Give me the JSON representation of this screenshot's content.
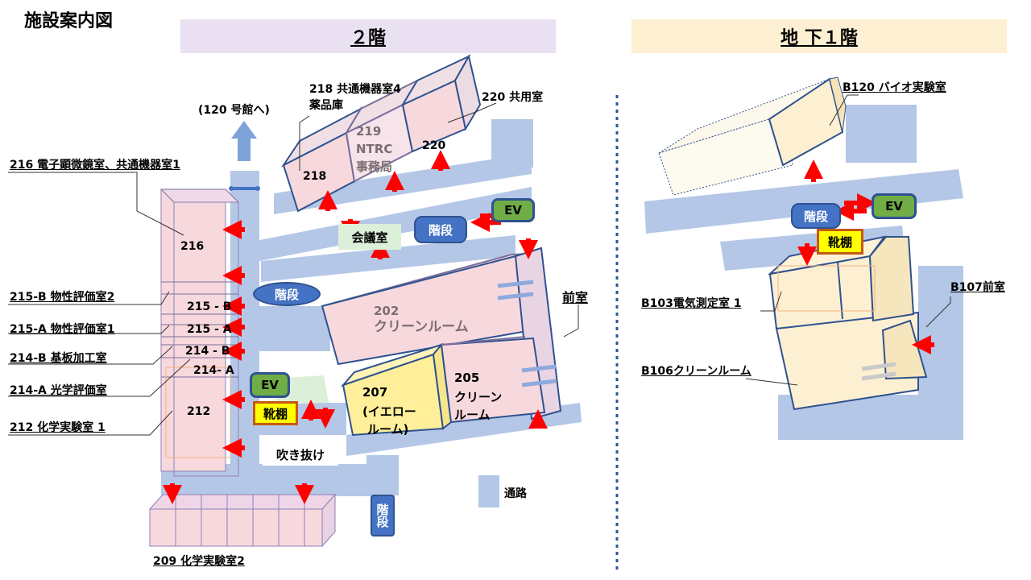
{
  "page": {
    "title": "施設案内図",
    "floor2_label": "２階",
    "floorB1_label": "地 下１階"
  },
  "floor2": {
    "to_120": "(120 号館へ)",
    "labels": {
      "r216": "216 電子顕微鏡室、共通機器室1",
      "r215b": "215-B 物性評価室2",
      "r215a": "215-A 物性評価室1",
      "r214b": "214-B 基板加工室",
      "r214a": "214-A 光学評価室",
      "r212": "212 化学実験室 1",
      "r209": "209 化学実験室2",
      "r218_line1": "218 共通機器室4",
      "r218_line2": "薬品庫",
      "r220": "220 共用室",
      "anteroom": "前室"
    },
    "room_ids": {
      "r216": "216",
      "r215b": "215 - B",
      "r215a": "215 - A",
      "r214b": "214 - B",
      "r214a": "214- A",
      "r212": "212",
      "r218": "218",
      "r220": "220",
      "r219_line1": "219",
      "r219_line2": "NTRC",
      "r219_line3": "事務局",
      "r202_line1": "202",
      "r202_line2": "クリーンルーム",
      "r207_line1": "207",
      "r207_line2": "(イエロー",
      "r207_line3": "ルーム)",
      "r205_line1": "205",
      "r205_line2": "クリーン",
      "r205_line3": "ルーム"
    },
    "meeting_room": "会議室",
    "stairs_top": "階段",
    "stairs_left": "階段",
    "stairs_bottom": "階段",
    "ev": "EV",
    "shoe_rack": "靴棚",
    "atrium": "吹き抜け",
    "legend_passage": "通路"
  },
  "floorB1": {
    "labels": {
      "b120": "B120 バイオ実験室",
      "b107": "B107前室",
      "b103": "B103電気測定室 1",
      "b106": "B106クリーンルーム"
    },
    "stairs": "階段",
    "ev": "EV",
    "shoe_rack": "靴棚"
  },
  "colors": {
    "passage": "#b4c7e7",
    "room_pink": "#f7d9dd",
    "room_yellow": "#fdf2d0",
    "arrow_red": "#ff0000",
    "outline": "#2f528f",
    "divider": "#2e5597"
  }
}
